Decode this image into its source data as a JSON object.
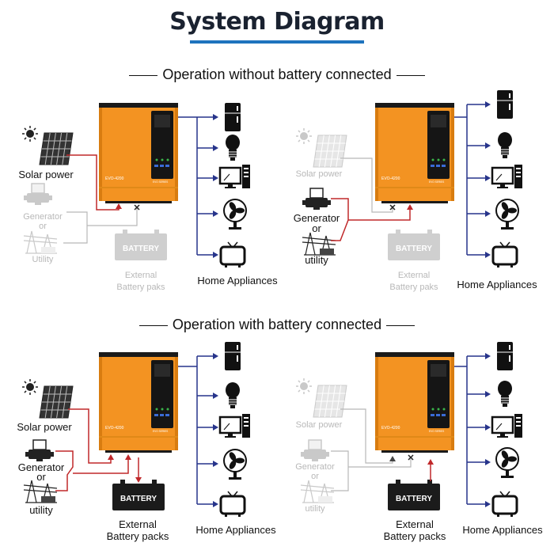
{
  "title": "System Diagram",
  "sections": [
    {
      "title": "Operation without battery connected"
    },
    {
      "title": "Operation with battery connected"
    }
  ],
  "inverter": {
    "model": "EVO-4200",
    "series": "EVO SERIES"
  },
  "labels": {
    "solar": "Solar power",
    "generator": "Generator",
    "or": "or",
    "utility_lower": "utility",
    "utility_cap": "Utility",
    "battery": "BATTERY",
    "external": "External",
    "battery_packs": "Battery packs",
    "battery_packs_dim": "Battery paks",
    "appliances": "Home Appliances"
  },
  "appliance_icons": [
    "fridge-icon",
    "bulb-icon",
    "computer-icon",
    "fan-icon",
    "tv-icon"
  ],
  "colors": {
    "inverter": "#f39322",
    "active_line": "#c0282a",
    "output_line": "#27348b",
    "inactive": "#b8b8b8",
    "title_bar": "#1e73be"
  }
}
